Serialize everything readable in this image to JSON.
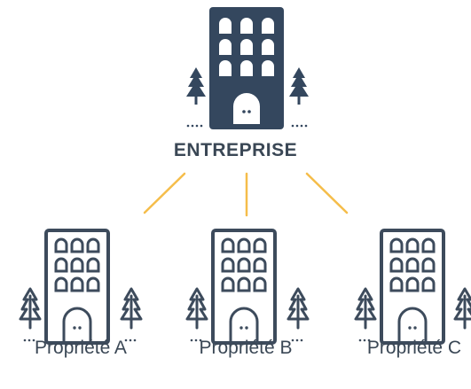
{
  "colors": {
    "main_building": "#34475e",
    "outline": "#3d4b5c",
    "connector": "#f5bd4a",
    "window": "#ffffff"
  },
  "root": {
    "label": "ENTREPRISE",
    "icon": "building-with-trees-icon"
  },
  "children": [
    {
      "label": "Propriété A",
      "icon": "building-outline-icon"
    },
    {
      "label": "Propriété B",
      "icon": "building-outline-icon"
    },
    {
      "label": "Propriété C",
      "icon": "building-outline-icon"
    }
  ]
}
